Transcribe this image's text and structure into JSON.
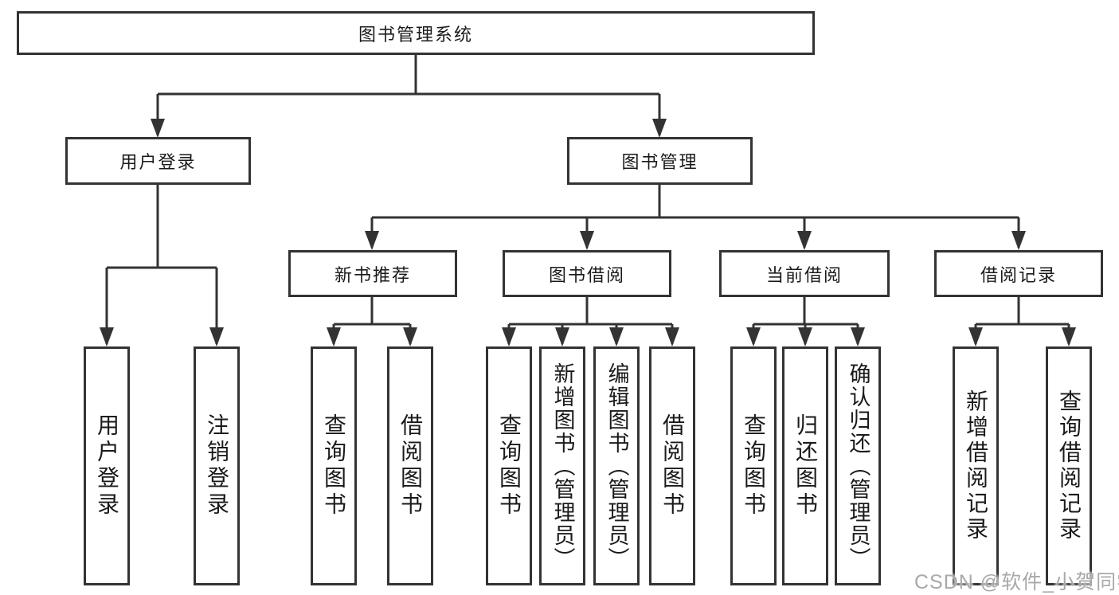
{
  "diagram": {
    "title_node": "图书管理系统",
    "branches": [
      {
        "label": "用户登录",
        "children": [
          {
            "label": "用户登录"
          },
          {
            "label": "注销登录"
          }
        ]
      },
      {
        "label": "图书管理",
        "children": [
          {
            "label": "新书推荐",
            "children": [
              {
                "label": "查询图书"
              },
              {
                "label": "借阅图书"
              }
            ]
          },
          {
            "label": "图书借阅",
            "children": [
              {
                "label": "查询图书"
              },
              {
                "label": "新增图书（管理员）"
              },
              {
                "label": "编辑图书（管理员）"
              },
              {
                "label": "借阅图书"
              }
            ]
          },
          {
            "label": "当前借阅",
            "children": [
              {
                "label": "查询图书"
              },
              {
                "label": "归还图书"
              },
              {
                "label": "确认归还（管理员）"
              }
            ]
          },
          {
            "label": "借阅记录",
            "children": [
              {
                "label": "新增借阅记录"
              },
              {
                "label": "查询借阅记录"
              }
            ]
          }
        ]
      }
    ]
  },
  "watermark": {
    "text": "CSDN @软件_小贺同学"
  },
  "colors": {
    "line": "#333333",
    "box_border": "#333333",
    "box_bg": "#ffffff",
    "text": "#1a1a1a",
    "watermark": "#a9a9a9"
  }
}
